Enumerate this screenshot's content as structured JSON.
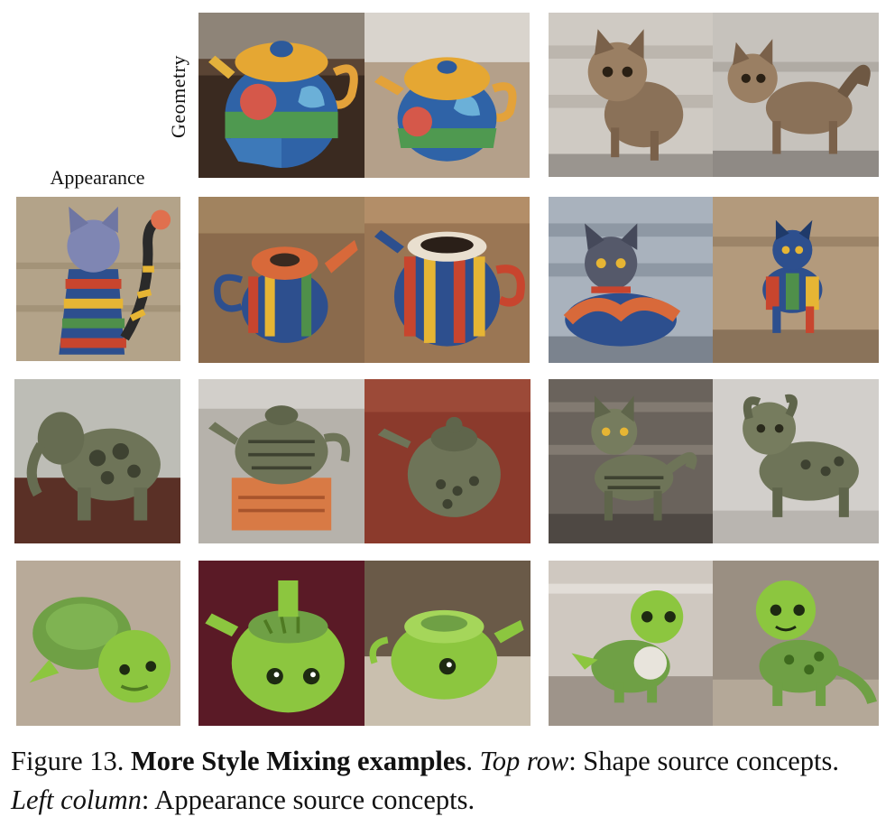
{
  "labels": {
    "geometry": "Geometry",
    "appearance": "Appearance"
  },
  "caption": {
    "figure": "Figure 13.",
    "title": "More Style Mixing examples",
    "after_title": ".",
    "top_row_label": "Top row",
    "top_row_text": ": Shape source concepts.",
    "left_col_label": "Left column",
    "left_col_text": ": Appearance source concepts."
  },
  "colors": {
    "stripe_red": "#c8452e",
    "stripe_yellow": "#e6b534",
    "stripe_blue": "#2d4f8e",
    "stripe_green": "#4f8f4a",
    "stone_green": "#6e7458",
    "terracotta": "#d87a45",
    "turtle_green": "#8cc63f",
    "kitten_brown": "#8a7158"
  }
}
